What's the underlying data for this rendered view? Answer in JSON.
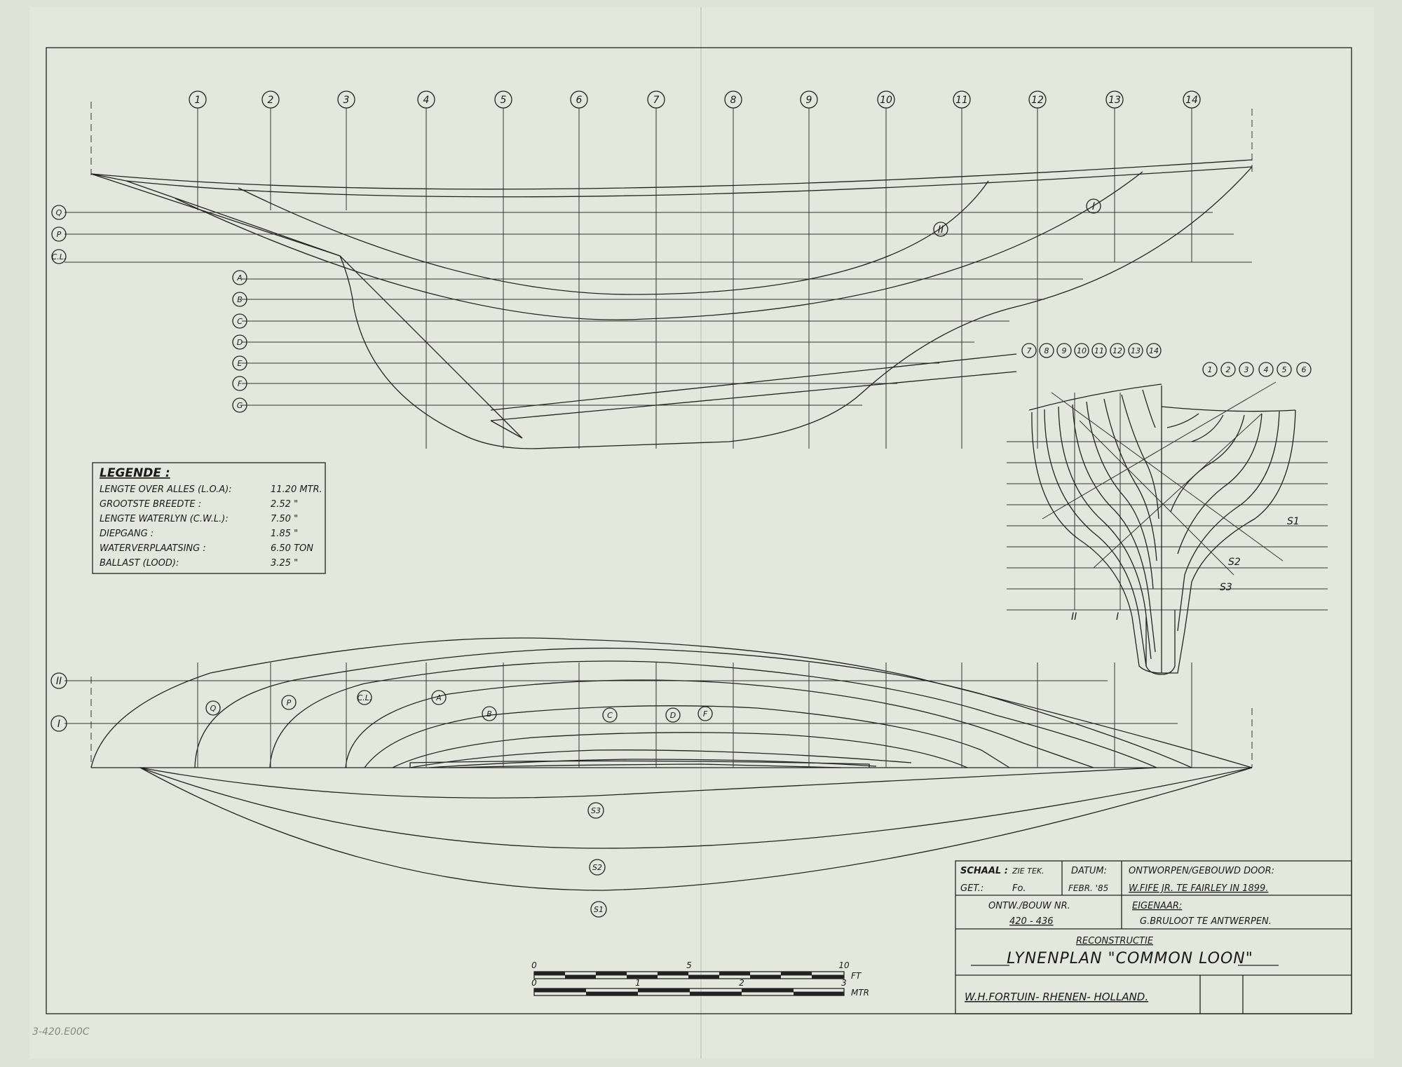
{
  "station_numbers": [
    "1",
    "2",
    "3",
    "4",
    "5",
    "6",
    "7",
    "8",
    "9",
    "10",
    "11",
    "12",
    "13",
    "14"
  ],
  "waterline_labels": [
    "Q",
    "P",
    "C.L.",
    "A",
    "B",
    "C",
    "D",
    "E",
    "F",
    "G"
  ],
  "buttock_labels": [
    "II",
    "I"
  ],
  "diagonal_labels": [
    "S1",
    "S2",
    "S3"
  ],
  "body_plan": {
    "aft_stations": [
      "7",
      "8",
      "9",
      "10",
      "11",
      "12",
      "13",
      "14"
    ],
    "fwd_stations": [
      "1",
      "2",
      "3",
      "4",
      "5",
      "6"
    ],
    "diagonal_tags": [
      "S1",
      "S2",
      "S3"
    ],
    "buttock_tags": [
      "II",
      "I"
    ]
  },
  "profile_tags": {
    "buttock_1": "I",
    "buttock_2": "II"
  },
  "half_breadth_tags": [
    "Q",
    "P",
    "C.L.",
    "A",
    "B",
    "C",
    "D",
    "F"
  ],
  "diagonal_tags_half": [
    "S3",
    "S2",
    "S1"
  ],
  "legend": {
    "title": "LEGENDE :",
    "rows": [
      {
        "label": "LENGTE OVER ALLES (L.O.A):",
        "value": "11.20 MTR."
      },
      {
        "label": "GROOTSTE BREEDTE :",
        "value": "2.52 \""
      },
      {
        "label": "LENGTE WATERLYN (C.W.L.):",
        "value": "7.50 \""
      },
      {
        "label": "DIEPGANG :",
        "value": "1.85 \""
      },
      {
        "label": "WATERVERPLAATSING :",
        "value": "6.50 TON"
      },
      {
        "label": "BALLAST (LOOD):",
        "value": "3.25 \""
      }
    ]
  },
  "title_block": {
    "schaal_label": "SCHAAL :",
    "schaal_value": "ZIE TEK.",
    "datum_label": "DATUM:",
    "get_label": "GET.:",
    "get_value": "Fo.",
    "datum_value": "FEBR. '85",
    "ontworpen_label": "ONTWORPEN/GEBOUWD DOOR:",
    "ontworpen_value": "W.FIFE JR. TE FAIRLEY IN 1899.",
    "bouw_label": "ONTW./BOUW NR.",
    "bouw_value": "420 - 436",
    "eigenaar_label": "EIGENAAR:",
    "eigenaar_value": "G.BRULOOT   TE ANTWERPEN.",
    "subtitle": "RECONSTRUCTIE",
    "title": "LYNENPLAN \"COMMON LOON\"",
    "maker": "W.H.FORTUIN- RHENEN- HOLLAND."
  },
  "scale_bar": {
    "ft_ticks": [
      "0",
      "5",
      "10"
    ],
    "ft_unit": "FT",
    "mtr_ticks": [
      "0",
      "1",
      "2",
      "3"
    ],
    "mtr_unit": "MTR"
  },
  "pencil_note": "3-420.E00C"
}
